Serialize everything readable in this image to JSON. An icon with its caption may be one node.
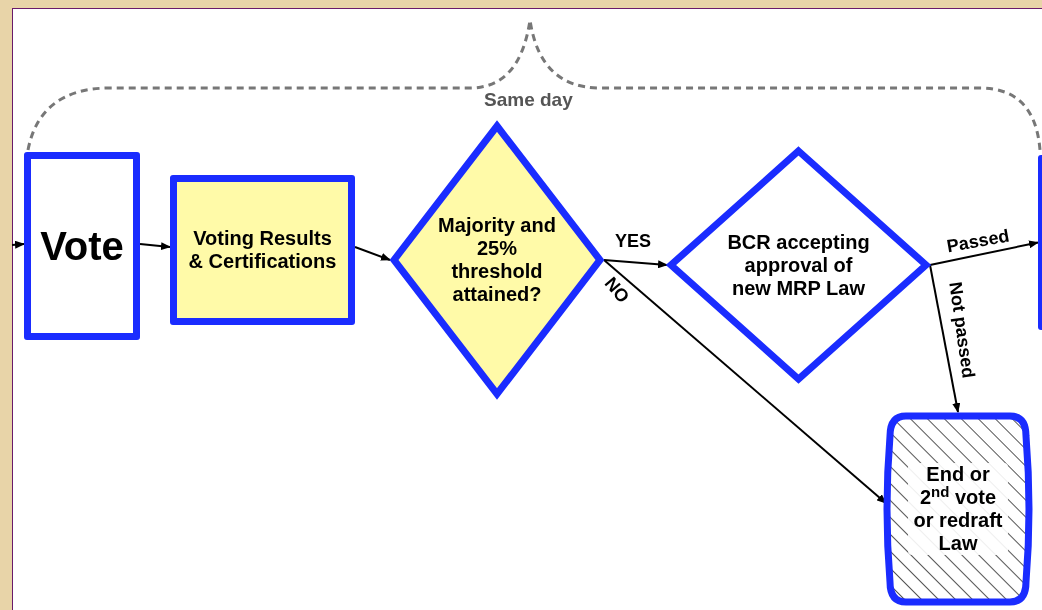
{
  "diagram": {
    "nodes": [
      {
        "text": [
          "Vote"
        ]
      },
      {
        "text": [
          "Voting Results & Certifications"
        ]
      },
      {
        "text": [
          "Majority and 25% threshold attained?"
        ]
      },
      {
        "text": [
          "BCR accepting approval of new MRP Law"
        ]
      },
      {
        "text": [],
        "shape": "box"
      },
      {
        "text": [
          "End or 2$^{nd}$ vote or redraft Law"
        ]
      }
    ],
    "edges": [
      {
        "from": null,
        "to": 0,
        "arrow": "to"
      },
      {
        "from": 0,
        "to": 1,
        "arrow": "to"
      },
      {
        "from": 1,
        "to": 2,
        "arrow": "to"
      },
      {
        "from": 2,
        "to": 3,
        "arrow": "to",
        "label": "YES"
      },
      {
        "from": 2,
        "to": 5,
        "arrow": "to",
        "label": "NO"
      },
      {
        "from": 3,
        "to": 4,
        "arrow": "to",
        "label": "Passed"
      },
      {
        "from": 3,
        "to": 5,
        "arrow": "to",
        "label": "Not passed"
      }
    ],
    "labels": [
      "Same day"
    ]
  }
}
